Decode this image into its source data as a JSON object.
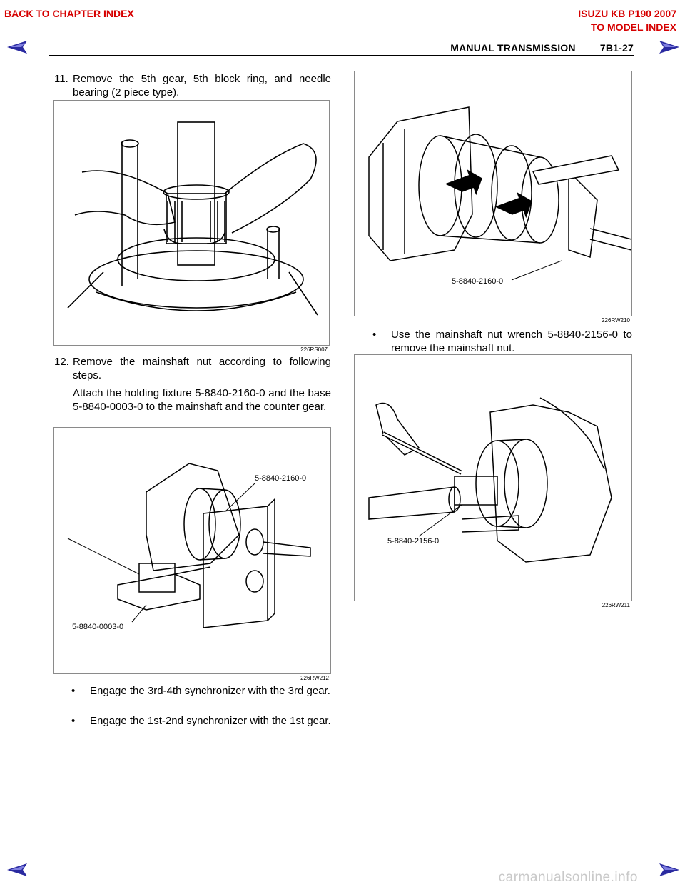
{
  "nav": {
    "back_chapter": "BACK TO CHAPTER INDEX",
    "model_title": "ISUZU KB P190 2007",
    "to_model": "TO MODEL INDEX"
  },
  "header": {
    "section": "MANUAL TRANSMISSION",
    "page": "7B1-27"
  },
  "left": {
    "step11": {
      "num": "11.",
      "text": "Remove the 5th gear, 5th block ring, and needle bearing (2 piece type)."
    },
    "fig1": {
      "code": "226RS007"
    },
    "step12": {
      "num": "12.",
      "text": "Remove the mainshaft nut according to following steps.",
      "para": "Attach the holding fixture 5-8840-2160-0 and the base 5-8840-0003-0 to the mainshaft and the counter gear."
    },
    "fig2": {
      "code": "226RW212",
      "tool_a": "5-8840-2160-0",
      "tool_b": "5-8840-0003-0"
    },
    "bullets": [
      "Engage the 3rd-4th synchronizer with the 3rd gear.",
      "Engage the 1st-2nd synchronizer with the 1st gear."
    ]
  },
  "right": {
    "fig3": {
      "code": "226RW210",
      "tool": "5-8840-2160-0"
    },
    "bullet": "Use the mainshaft nut wrench 5-8840-2156-0 to remove the mainshaft nut.",
    "fig4": {
      "code": "226RW211",
      "tool": "5-8840-2156-0"
    }
  },
  "footer": {
    "watermark": "carmanualsonline.info"
  },
  "colors": {
    "nav": "#d60000",
    "arrow": "#2a2aa0"
  },
  "icons": [
    "arrow-left-icon",
    "arrow-right-icon"
  ]
}
